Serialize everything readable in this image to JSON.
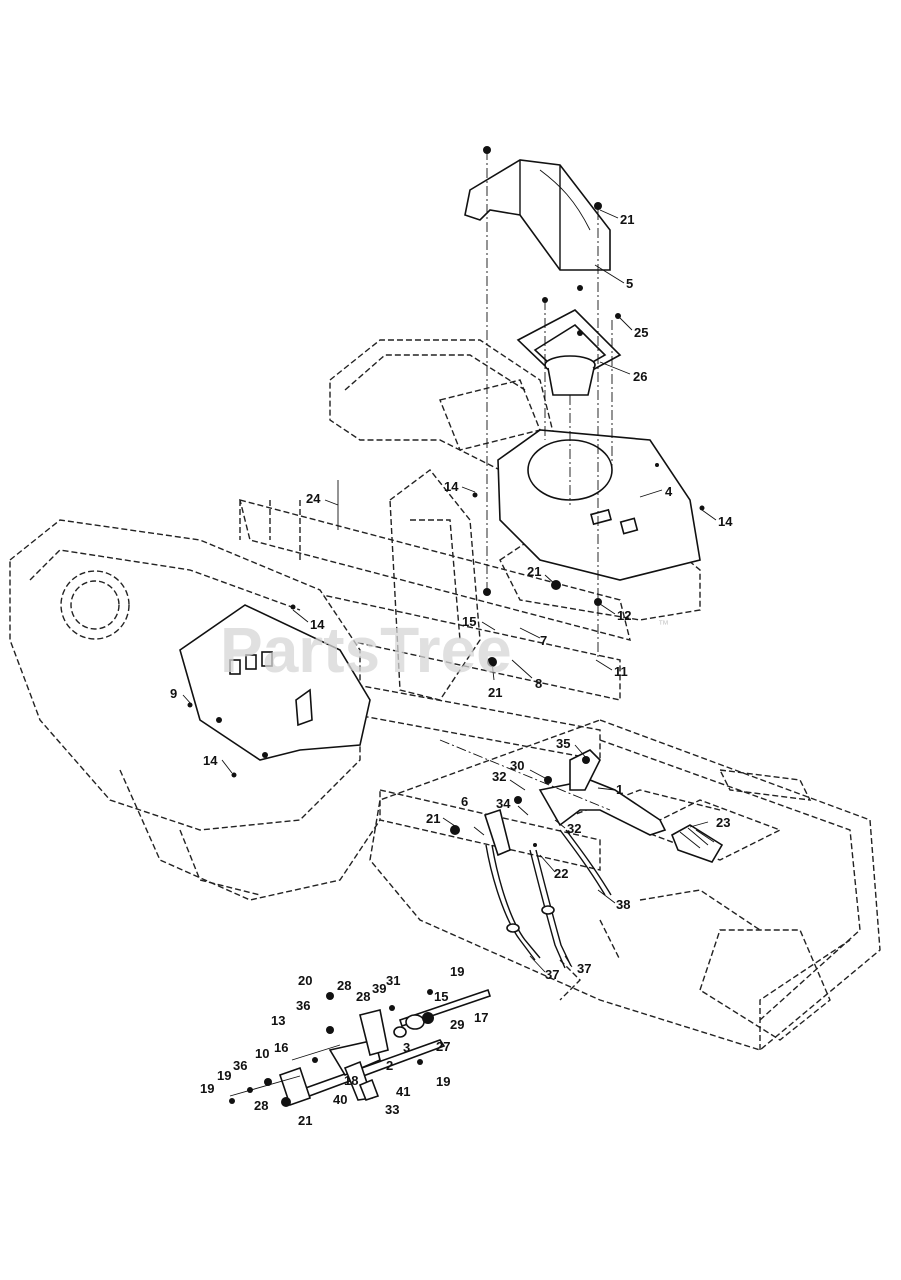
{
  "watermark": {
    "text": "PartsTree",
    "tm": "™"
  },
  "callouts": [
    {
      "id": "c21a",
      "text": "21"
    },
    {
      "id": "c5",
      "text": "5"
    },
    {
      "id": "c25",
      "text": "25"
    },
    {
      "id": "c26",
      "text": "26"
    },
    {
      "id": "c4",
      "text": "4"
    },
    {
      "id": "c14a",
      "text": "14"
    },
    {
      "id": "c14b",
      "text": "14"
    },
    {
      "id": "c24",
      "text": "24"
    },
    {
      "id": "c21b",
      "text": "21"
    },
    {
      "id": "c12",
      "text": "12"
    },
    {
      "id": "c14c",
      "text": "14"
    },
    {
      "id": "c15a",
      "text": "15"
    },
    {
      "id": "c7",
      "text": "7"
    },
    {
      "id": "c11",
      "text": "11"
    },
    {
      "id": "c9",
      "text": "9"
    },
    {
      "id": "c21c",
      "text": "21"
    },
    {
      "id": "c8",
      "text": "8"
    },
    {
      "id": "c14d",
      "text": "14"
    },
    {
      "id": "c35",
      "text": "35"
    },
    {
      "id": "c30",
      "text": "30"
    },
    {
      "id": "c32a",
      "text": "32"
    },
    {
      "id": "c1",
      "text": "1"
    },
    {
      "id": "c6",
      "text": "6"
    },
    {
      "id": "c34",
      "text": "34"
    },
    {
      "id": "c32b",
      "text": "32"
    },
    {
      "id": "c23",
      "text": "23"
    },
    {
      "id": "c21d",
      "text": "21"
    },
    {
      "id": "c22",
      "text": "22"
    },
    {
      "id": "c38",
      "text": "38"
    },
    {
      "id": "c37a",
      "text": "37"
    },
    {
      "id": "c37b",
      "text": "37"
    },
    {
      "id": "c20",
      "text": "20"
    },
    {
      "id": "c28a",
      "text": "28"
    },
    {
      "id": "c39",
      "text": "39"
    },
    {
      "id": "c31",
      "text": "31"
    },
    {
      "id": "c19a",
      "text": "19"
    },
    {
      "id": "c28b",
      "text": "28"
    },
    {
      "id": "c15b",
      "text": "15"
    },
    {
      "id": "c36a",
      "text": "36"
    },
    {
      "id": "c17",
      "text": "17"
    },
    {
      "id": "c13",
      "text": "13"
    },
    {
      "id": "c29",
      "text": "29"
    },
    {
      "id": "c16",
      "text": "16"
    },
    {
      "id": "c3",
      "text": "3"
    },
    {
      "id": "c27",
      "text": "27"
    },
    {
      "id": "c10",
      "text": "10"
    },
    {
      "id": "c2",
      "text": "2"
    },
    {
      "id": "c36b",
      "text": "36"
    },
    {
      "id": "c19b",
      "text": "19"
    },
    {
      "id": "c18",
      "text": "18"
    },
    {
      "id": "c19c",
      "text": "19"
    },
    {
      "id": "c41",
      "text": "41"
    },
    {
      "id": "c19d",
      "text": "19"
    },
    {
      "id": "c28c",
      "text": "28"
    },
    {
      "id": "c40",
      "text": "40"
    },
    {
      "id": "c33",
      "text": "33"
    },
    {
      "id": "c21e",
      "text": "21"
    }
  ]
}
